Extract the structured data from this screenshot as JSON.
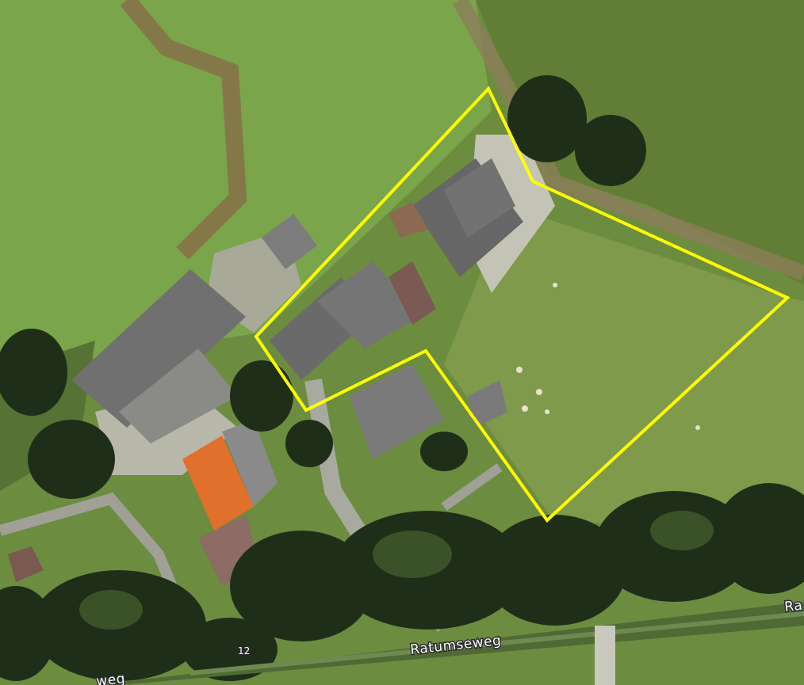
{
  "map": {
    "type": "aerial satellite imagery",
    "boundary_color": "#ffff00",
    "roads": {
      "main_road_name": "Ratumseweg",
      "main_road_name_left_partial": "weg",
      "main_road_name_right_partial": "Ra",
      "road_number": "12"
    },
    "colors": {
      "field_bright": "#78a046",
      "field_dark": "#5e7a3a",
      "roof_gray": "#6e6e6e",
      "roof_orange": "#e0702c",
      "trees": "#1f2e18",
      "paved": "#b4b4a8"
    }
  }
}
